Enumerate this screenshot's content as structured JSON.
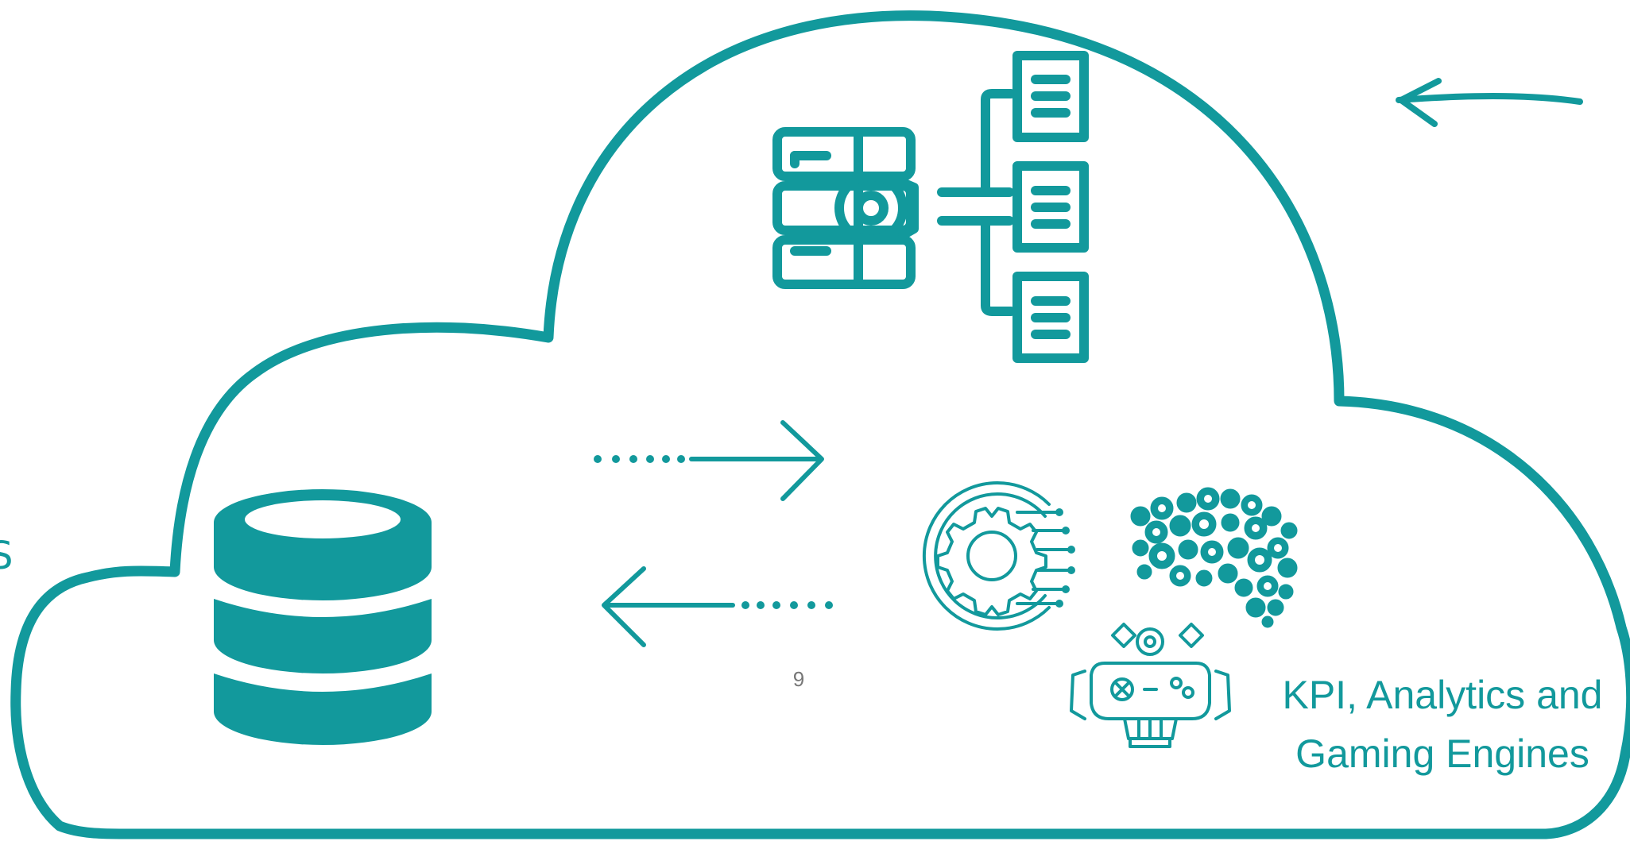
{
  "diagram": {
    "kpi_label_line1": "KPI, Analytics and",
    "kpi_label_line2": "Gaming Engines",
    "page_number": "9",
    "edge_glyph": "S",
    "accent_color": "#12999c",
    "icons": [
      "cloud-outline",
      "server-gear-hierarchy-icon",
      "database-icon",
      "cog-circuit-icon",
      "gear-brain-icon",
      "game-controller-robot-icon",
      "arrow-right-dotted",
      "arrow-left-dotted",
      "hand-drawn-arrow-left"
    ]
  }
}
